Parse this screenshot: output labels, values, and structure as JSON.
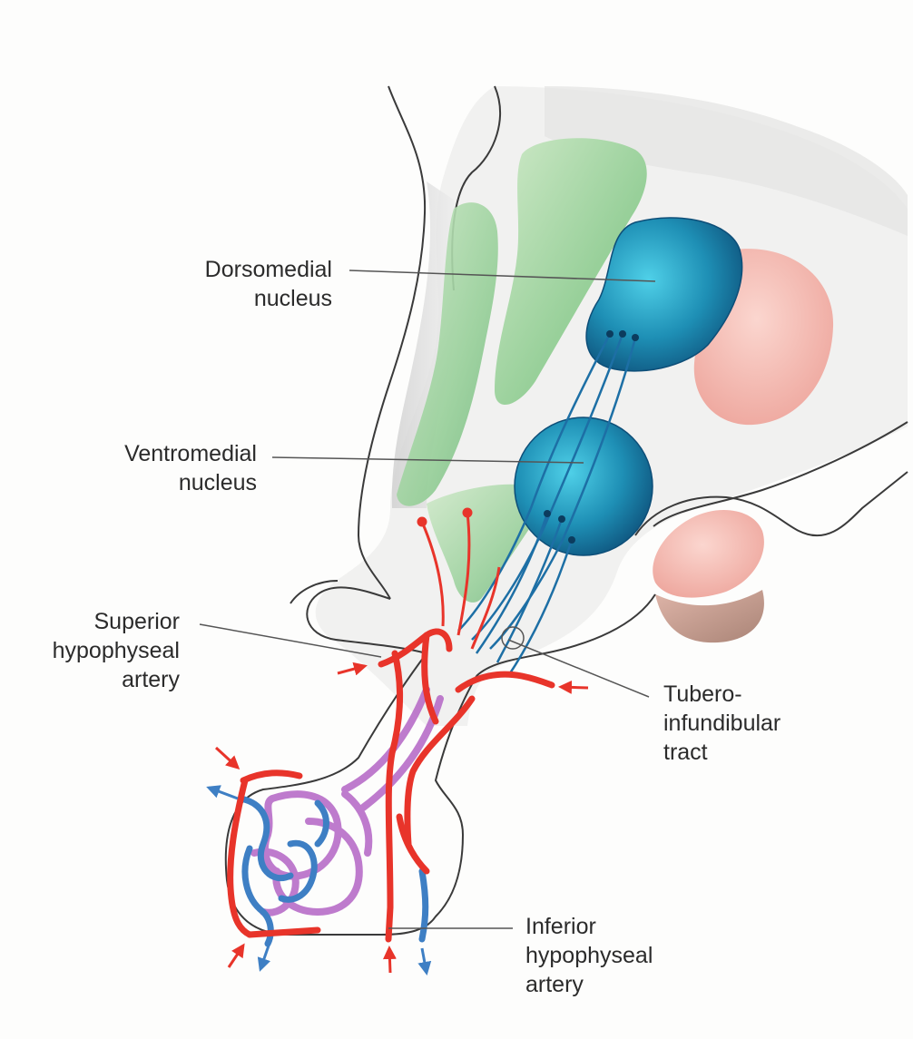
{
  "labels": {
    "dorsomedial": [
      "Dorsomedial",
      "nucleus"
    ],
    "ventromedial": [
      "Ventromedial",
      "nucleus"
    ],
    "superior": [
      "Superior",
      "hypophyseal",
      "artery"
    ],
    "tubero": [
      "Tubero-",
      "infundibular",
      "tract"
    ],
    "inferior": [
      "Inferior",
      "hypophyseal",
      "artery"
    ]
  },
  "colors": {
    "artery": "#e8342a",
    "vein": "#3e7fc4",
    "portal": "#b86ec8",
    "nucleus": "#1f8fb0",
    "green_region": "#9fd3a0",
    "pink_region": "#f2b8b0",
    "leader_line": "#555555"
  }
}
